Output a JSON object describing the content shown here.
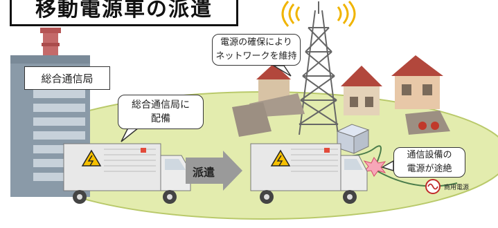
{
  "title": "移動電源車の派遣",
  "labels": {
    "office": "総合通信局",
    "deploy": "総合通信局に\n配備",
    "tower": "電源の確保により\nネットワークを維持",
    "dispatch": "派遣",
    "cutoff": "通信設備の\n電源が途絶",
    "commercial_power": "商用電源"
  },
  "colors": {
    "ground": "#e3ecae",
    "ground_edge": "#b9c96a",
    "building": "#8a9aa8",
    "chimney": "#c46a6a",
    "truck_body": "#e8e8e8",
    "warning": "#f6c000",
    "arrow": "#9a9a9a"
  }
}
